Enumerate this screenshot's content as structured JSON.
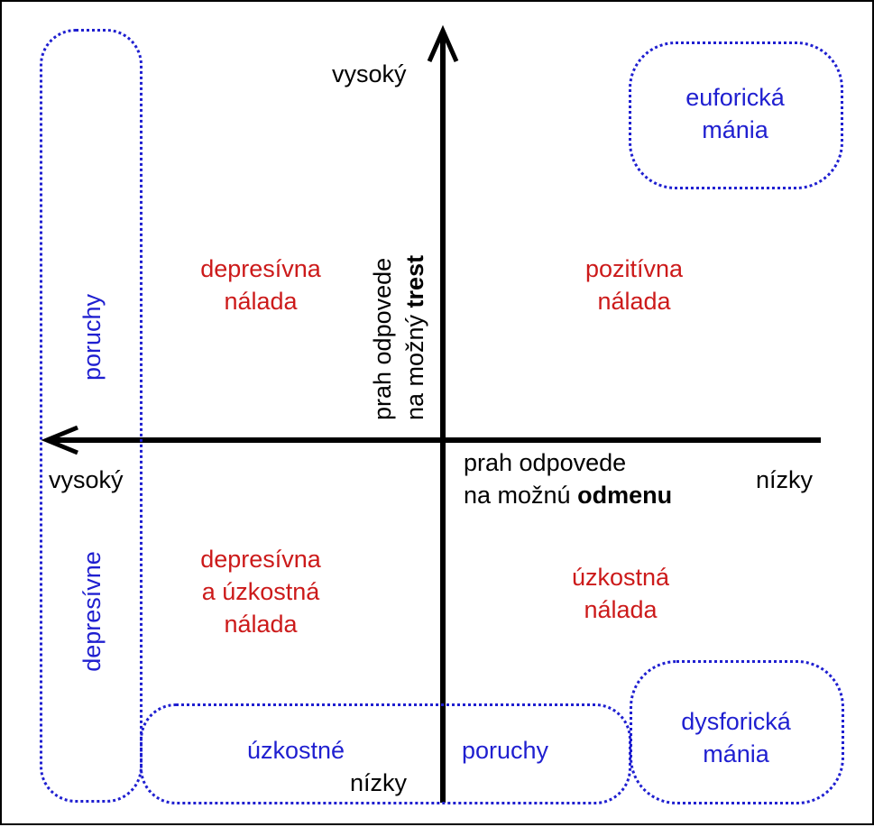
{
  "colors": {
    "disorder": "#1f1fd0",
    "mood": "#cc1a1a",
    "axis": "#000000",
    "text": "#000000",
    "background": "#ffffff"
  },
  "axes": {
    "vertical": {
      "high_label": "vysoký",
      "low_label": "nízky",
      "title_line1": "prah odpovede",
      "title_line2_prefix": "na možný ",
      "title_line2_bold": "trest"
    },
    "horizontal": {
      "high_label": "vysoký",
      "low_label": "nízky",
      "title_line1": "prah odpovede",
      "title_line2_prefix": "na možnú ",
      "title_line2_bold": "odmenu"
    }
  },
  "quadrants": {
    "top_left": [
      "depresívna",
      "nálada"
    ],
    "top_right": [
      "pozitívna",
      "nálada"
    ],
    "bottom_left": [
      "depresívna",
      "a úzkostná",
      "nálada"
    ],
    "bottom_right": [
      "úzkostná",
      "nálada"
    ]
  },
  "disorders": {
    "euphoric_mania": [
      "euforická",
      "mánia"
    ],
    "dysphoric_mania": [
      "dysforická",
      "mánia"
    ],
    "depressive_disorders": {
      "upper": "poruchy",
      "lower": "depresívne"
    },
    "anxiety_disorders": {
      "left": "úzkostné",
      "right": "poruchy"
    }
  }
}
